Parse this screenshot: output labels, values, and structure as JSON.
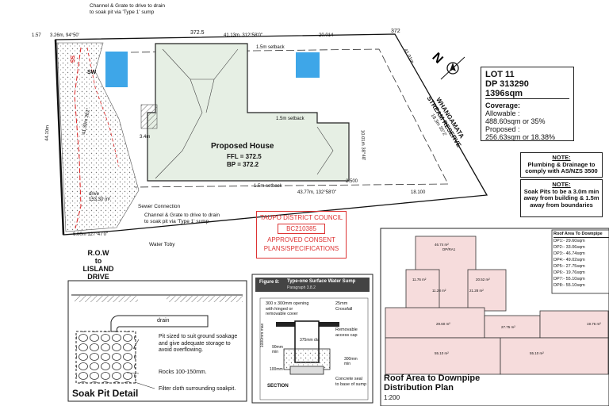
{
  "site": {
    "dims": {
      "top_left_a": "1.57",
      "top_left_b": "3.26m, 94°50'",
      "top_mid": "41.13m, 312°58'0\"",
      "top_right": "20.014",
      "rl_372_5": "372.5",
      "rl_372": "372",
      "setback_top": "1.5m setback",
      "setback_side": "1.5m setback",
      "setback_bottom": "1.5m setback",
      "bottom_mid": "43.77m, 132°58'0\"",
      "bottom_right": "18.100",
      "left_side": "44.10m",
      "left_side2": "41.30m 281°",
      "bottom_left": "6.00m 127°47'0\"",
      "right_diag": "10.01m 38°48'",
      "right_diag2": "41.01m",
      "drive_area": "drive\n153.30 m²",
      "sw": "SW",
      "ss": "SS",
      "dims_small_1": "2.500",
      "dims_small_2": "3.4m"
    },
    "house": {
      "title": "Proposed House",
      "ffl": "FFL = 372.5",
      "bp": "BP = 372.2"
    },
    "labels": {
      "channel_top": "Channel & Grate to drive to drain\nto soak pit via 'Type 1' sump",
      "channel_bottom": "Channel & Grate to drive to drain\nto soak pit via 'Type 1' sump",
      "sewer": "Sewer Connection",
      "water": "Water Toby",
      "row1": "R.O.W",
      "row2": "to",
      "row3": "LISLAND",
      "row4": "DRIVE",
      "stream1": "WHANGAMATA",
      "stream2": "STREAM RESERVE",
      "stream3": "18.3m 35°2'"
    }
  },
  "lot": {
    "title": "LOT 11",
    "dp": "DP 313290",
    "area": "1396sqm",
    "coverage_label": "Coverage:",
    "allowable_label": "Allowable :",
    "allowable_value": "488.60sqm or 35%",
    "proposed_label": "Proposed :",
    "proposed_value": "256.63sqm or 18.38%"
  },
  "notes": [
    {
      "title": "NOTE:",
      "text": "Plumbing & Drainage to comply with AS/NZS 3500"
    },
    {
      "title": "NOTE:",
      "text": "Soak Pits to be a 3.0m min away from building & 1.5m away from boundaries"
    }
  ],
  "council": {
    "name": "TAUPO DISTRICT COUNCIL",
    "ref": "BC210385",
    "status": "APPROVED CONSENT PLANS/SPECIFICATIONS"
  },
  "soak_pit": {
    "title": "Soak Pit Detail",
    "drain": "drain",
    "note1": "Pit sized to suit ground soakage and give adequate storage to avoid overflowing.",
    "note2": "Rocks 100-150mm.",
    "note3": "Filter cloth surrounding soakpit."
  },
  "sump": {
    "figure": "Figure 8:",
    "title": "Type-one Surface Water Sump",
    "para": "Paragraph 3.8.2",
    "label_opening": "300 x 300mm opening with hinged or removable cover",
    "label_crossfall": "25mm Crossfall",
    "label_cap": "Removable access cap",
    "label_1000": "1000mm max",
    "label_375": "375mm dia",
    "label_90": "90mm min",
    "label_300": "300mm min",
    "label_100": "100mm",
    "label_concrete": "Concrete seal to base of sump",
    "section": "SECTION"
  },
  "roof": {
    "title1": "Roof Area to Downpipe",
    "title2": "Distribution Plan",
    "scale": "1:200",
    "legend_title": "Roof Area To Downpipe",
    "legend": [
      "DP1:- 29.60sqm",
      "DP2:- 33.06sqm",
      "DP3:- 46.74sqm",
      "DP4:- 49.02sqm",
      "DP5:- 27.75sqm",
      "DP6:- 19.76sqm",
      "DP7:- 55.10sqm",
      "DP8:- 55.10sqm"
    ],
    "areas": [
      "46.74 m²",
      "11.76 m²",
      "20.52 m²",
      "11.28 m²",
      "21.28 m²",
      "29.60 m²",
      "27.75 m²",
      "19.76 m²",
      "55.10 m²",
      "55.10 m²"
    ],
    "dp_tag": "DP/RA1"
  }
}
